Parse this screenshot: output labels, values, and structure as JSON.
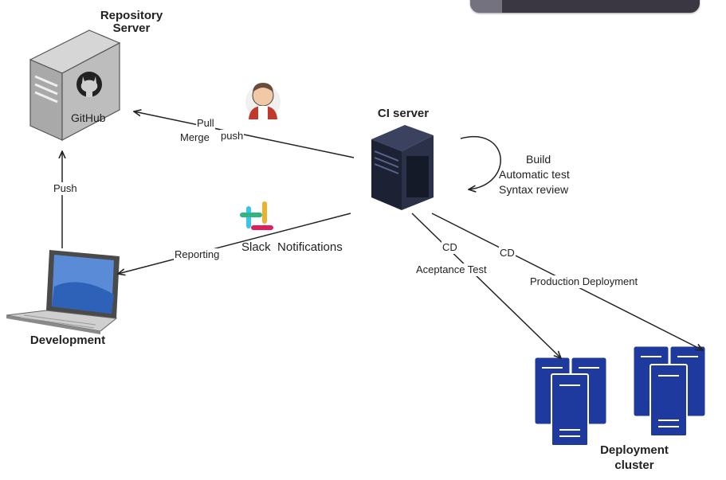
{
  "nodes": {
    "repository": {
      "title": "Repository\nServer",
      "sublabel": "GitHub"
    },
    "ci": {
      "title": "CI server"
    },
    "development": {
      "title": "Development"
    },
    "cluster": {
      "title": "Deployment\ncluster"
    }
  },
  "edges": {
    "push_dev": "Push",
    "pull": "Pull",
    "merge": "Merge",
    "push_ci": "push",
    "reporting": "Reporting",
    "slack": "Slack  Notifications",
    "cd1": "CD",
    "acceptance": "Aceptance Test",
    "cd2": "CD",
    "production": "Production Deployment"
  },
  "loop": {
    "line1": "Build",
    "line2": "Automatic test",
    "line3": "Syntax review"
  },
  "icons": [
    "server-icon",
    "github-icon",
    "jenkins-icon",
    "slack-icon",
    "laptop-icon",
    "server-tower-icon",
    "server-cluster-icon"
  ],
  "colors": {
    "cluster_blue": "#1e3a9e",
    "tower_dark": "#1c2233"
  }
}
